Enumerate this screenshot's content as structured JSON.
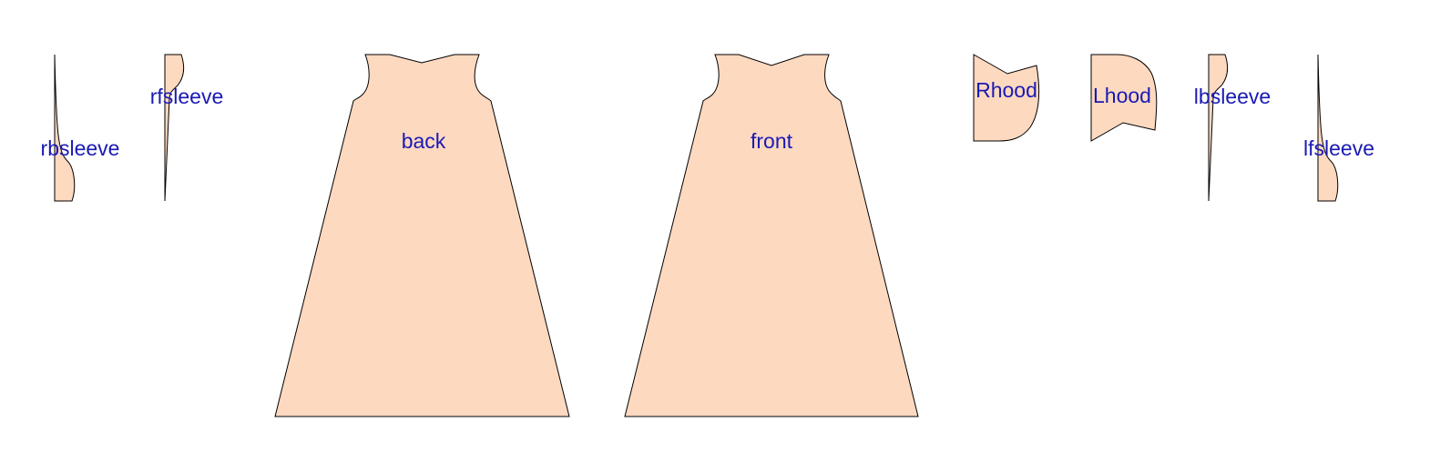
{
  "pattern": {
    "fill_color": "#fdd9c0",
    "stroke_color": "#000000",
    "label_color": "#1a1ab4",
    "pieces": [
      {
        "id": "rbsleeve",
        "label": "rbsleeve"
      },
      {
        "id": "rfsleeve",
        "label": "rfsleeve"
      },
      {
        "id": "back",
        "label": "back"
      },
      {
        "id": "front",
        "label": "front"
      },
      {
        "id": "rhood",
        "label": "Rhood"
      },
      {
        "id": "lhood",
        "label": "Lhood"
      },
      {
        "id": "lbsleeve",
        "label": "lbsleeve"
      },
      {
        "id": "lfsleeve",
        "label": "lfsleeve"
      }
    ]
  }
}
